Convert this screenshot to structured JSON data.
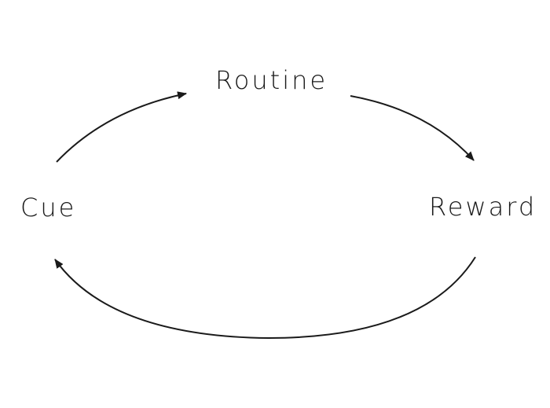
{
  "nodes": {
    "routine": "Routine",
    "cue": "Cue",
    "reward": "Reward"
  },
  "colors": {
    "background": "#ffffff",
    "ink": "#1a1a1a"
  }
}
